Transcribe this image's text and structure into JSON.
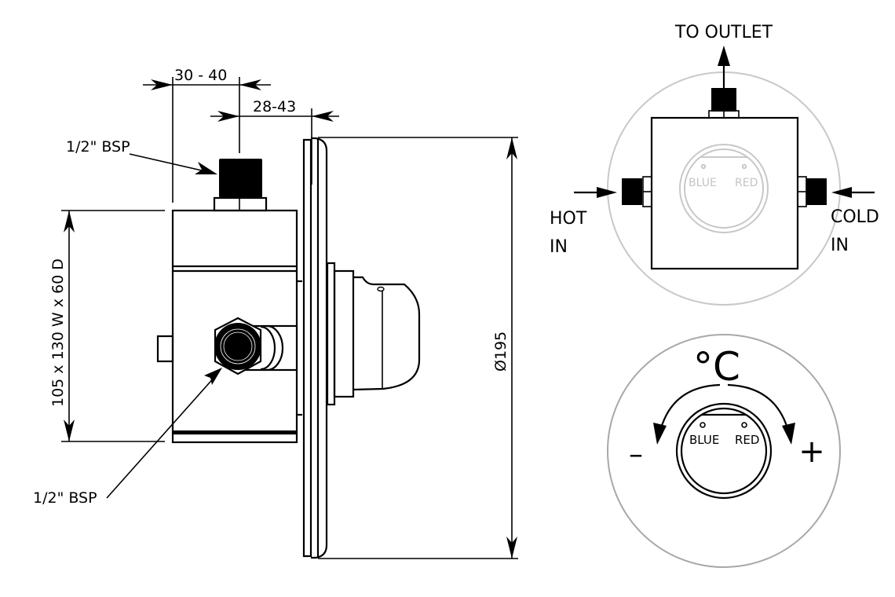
{
  "side_view": {
    "dim_top_outlet_offset": "30 - 40",
    "dim_wall_depth": "28-43",
    "label_top_connection": "1/2\" BSP",
    "label_side_connection": "1/2\" BSP",
    "dim_body_size": "105 x 130 W x 60 D",
    "dim_plate_diameter": "Ø195"
  },
  "rear_view": {
    "label_outlet": "TO OUTLET",
    "label_hot_line1": "HOT",
    "label_hot_line2": "IN",
    "label_cold_line1": "COLD",
    "label_cold_line2": "IN",
    "label_blue": "BLUE",
    "label_red": "RED"
  },
  "front_view": {
    "label_unit": "°C",
    "label_minus": "–",
    "label_plus": "+",
    "label_blue": "BLUE",
    "label_red": "RED"
  }
}
